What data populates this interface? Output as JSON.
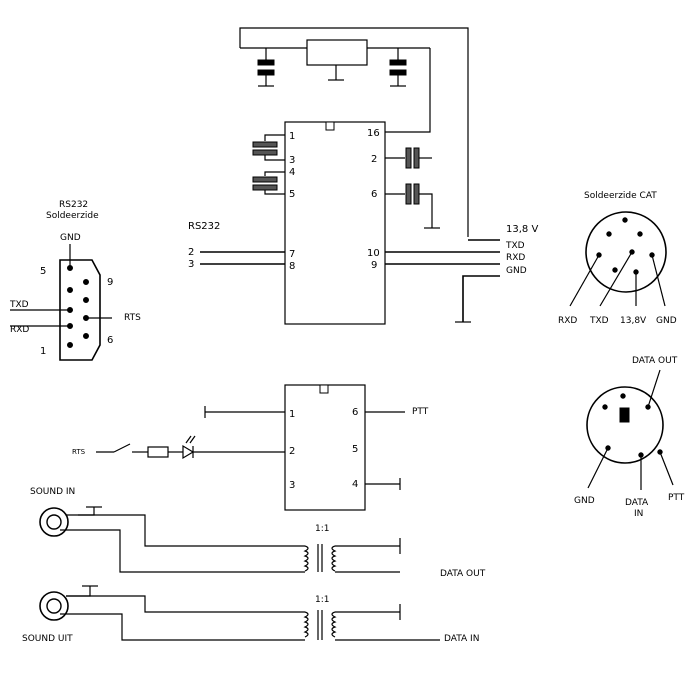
{
  "db9": {
    "title_line1": "RS232",
    "title_line2": "Soldeerzide",
    "gnd": "GND",
    "pin5": "5",
    "pin9": "9",
    "txd": "TXD",
    "rxd": "RXD",
    "rts": "RTS",
    "pin1": "1",
    "pin6": "6"
  },
  "ic1": {
    "rs232_label": "RS232",
    "in2": "2",
    "in3": "3",
    "pins_left": [
      "1",
      "3",
      "4",
      "5",
      "7",
      "8"
    ],
    "pins_right": [
      "16",
      "2",
      "6",
      "10",
      "9"
    ],
    "v": "13,8  V",
    "txd": "TXD",
    "rxd": "RXD",
    "gnd": "GND"
  },
  "cat": {
    "title": "Soldeerzide CAT",
    "rxd": "RXD",
    "txd": "TXD",
    "v": "13,8V",
    "gnd": "GND"
  },
  "ic2": {
    "pins_left": [
      "1",
      "2",
      "3"
    ],
    "pins_right": [
      "6",
      "5",
      "4"
    ],
    "ptt": "PTT",
    "rts": "RTS"
  },
  "din": {
    "data_out": "DATA OUT",
    "gnd": "GND",
    "data_in_line1": "DATA",
    "data_in_line2": "IN",
    "ptt": "PTT"
  },
  "audio": {
    "sound_in": "SOUND IN",
    "sound_out": "SOUND UIT",
    "ratio1": "1:1",
    "ratio2": "1:1",
    "data_out": "DATA OUT",
    "data_in": "DATA IN"
  }
}
